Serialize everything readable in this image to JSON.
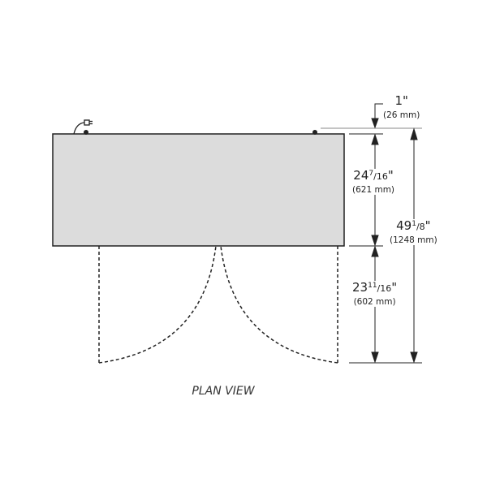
{
  "caption": "PLAN VIEW",
  "dims": {
    "gap": {
      "whole": "1",
      "unit": "\"",
      "mm": "(26 mm)"
    },
    "depth": {
      "whole": "24",
      "num": "7",
      "den": "/16",
      "unit": "\"",
      "mm": "(621 mm)"
    },
    "door": {
      "whole": "23",
      "num": "11",
      "den": "/16",
      "unit": "\"",
      "mm": "(602 mm)"
    },
    "total": {
      "whole": "49",
      "num": "1",
      "den": "/8",
      "unit": "\"",
      "mm": "(1248 mm)"
    }
  },
  "colors": {
    "cabinet": "#dcdcdc",
    "line": "#222222"
  }
}
